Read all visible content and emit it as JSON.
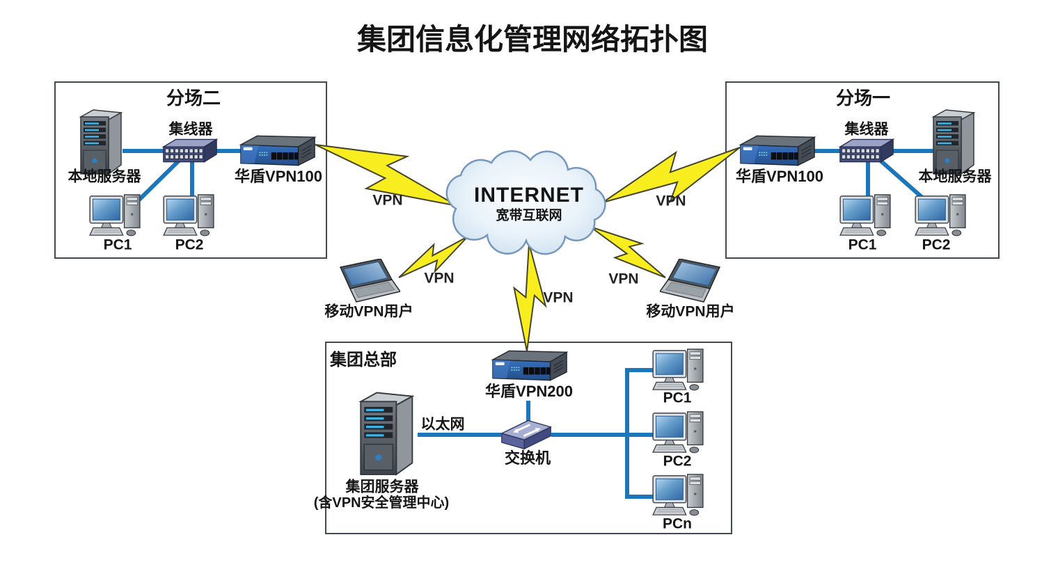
{
  "title": "集团信息化管理网络拓扑图",
  "cloud": {
    "name": "INTERNET",
    "subtitle": "宽带互联网"
  },
  "vpn_label": "VPN",
  "branch2": {
    "title": "分场二",
    "server": "本地服务器",
    "hub": "集线器",
    "gateway": "华盾VPN100",
    "pc1": "PC1",
    "pc2": "PC2"
  },
  "branch1": {
    "title": "分场一",
    "server": "本地服务器",
    "hub": "集线器",
    "gateway": "华盾VPN100",
    "pc1": "PC1",
    "pc2": "PC2"
  },
  "hq": {
    "title": "集团总部",
    "gateway": "华盾VPN200",
    "server": "集团服务器",
    "server_note": "(含VPN安全管理中心)",
    "ethernet": "以太网",
    "switch_label": "交换机",
    "pc1": "PC1",
    "pc2": "PC2",
    "pcn": "PCn"
  },
  "mobile_user_left": "移动VPN用户",
  "mobile_user_right": "移动VPN用户",
  "colors": {
    "link_line": "#1b76bc",
    "lightning": "#f7ed1f",
    "box_border": "#3f4a55",
    "cloud_stroke": "#7697bd"
  }
}
